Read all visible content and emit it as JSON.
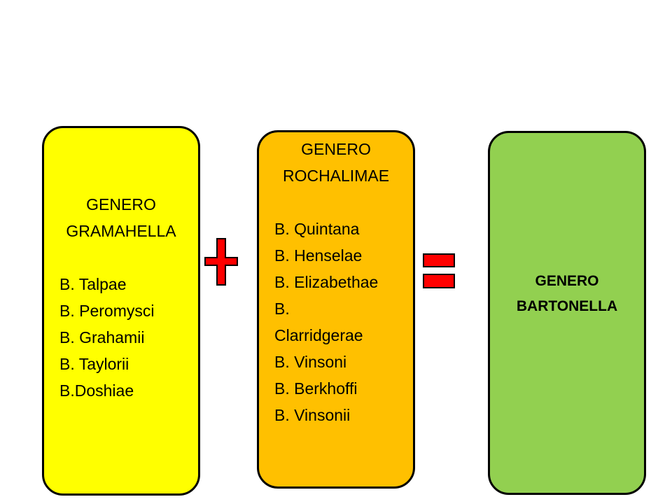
{
  "boxes": [
    {
      "id": "gramahella",
      "title_line1": "GENERO",
      "title_line2": "GRAMAHELLA",
      "color": "#FFFF00",
      "species": [
        "B. Talpae",
        "B. Peromysci",
        "B. Grahamii",
        "B. Taylorii",
        "B.Doshiae"
      ]
    },
    {
      "id": "rochalimae",
      "title_line1": "GENERO",
      "title_line2": "ROCHALIMAE",
      "color": "#FFC000",
      "species": [
        "B. Quintana",
        "B. Henselae",
        "B. Elizabethae",
        "B. Clarridgerae",
        "B. Vinsoni",
        "B. Berkhoffi",
        "B. Vinsonii"
      ]
    },
    {
      "id": "bartonella",
      "title_line1": "GENERO",
      "title_line2": "BARTONELLA",
      "color": "#92D050"
    }
  ],
  "operators": {
    "plus": "plus-icon",
    "equals": "equals-icon",
    "color": "#FF0000"
  }
}
